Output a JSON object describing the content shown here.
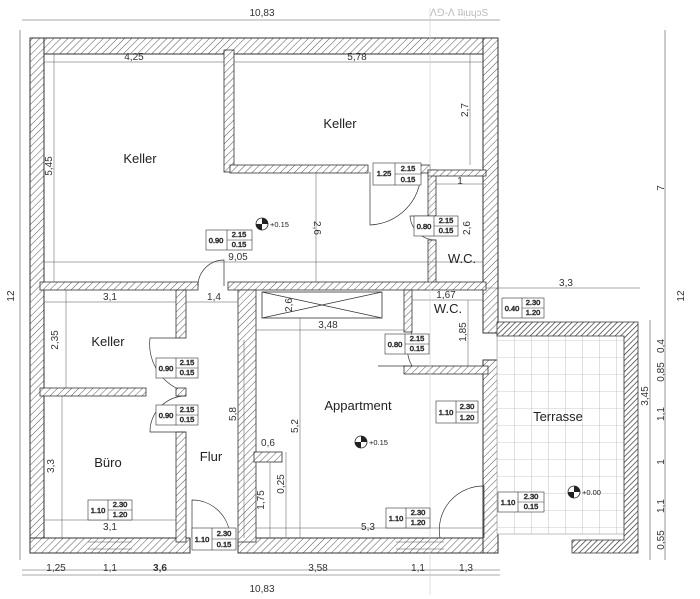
{
  "rooms": {
    "keller_nw": "Keller",
    "keller_ne": "Keller",
    "keller_sw": "Keller",
    "buero": "Büro",
    "flur": "Flur",
    "appartment": "Appartment",
    "wc_upper": "W.C.",
    "wc_lower": "W.C.",
    "terrasse": "Terrasse"
  },
  "dimensions": {
    "top_total": "10,83",
    "bottom_total": "10,83",
    "top_left": "4,25",
    "top_right": "5,78",
    "left_keller_height": "5,45",
    "right_keller_height": "2,7",
    "mid_span": "9,05",
    "corridor_vertical": "2,6",
    "wc_width": "1",
    "wc_height": "2,6",
    "terrace_width": "3,3",
    "keller_sw_width": "3,1",
    "hall_width": "1,4",
    "keller_sw_height": "2,35",
    "stair_height": "2,6",
    "appartment_width": "3,48",
    "wc_lower_width": "1,67",
    "wc_lower_height": "1,85",
    "buero_height": "3,3",
    "flur_height": "5,8",
    "appartment_height": "5,2",
    "small_a": "0,6",
    "small_b": "0,25",
    "small_c": "1,75",
    "buero_width": "3,1",
    "appartment_bottom": "5,3",
    "left_total": "12",
    "right_total": "12",
    "right_top": "7",
    "right_a": "0,4",
    "right_b": "0,85",
    "right_c": "1,1",
    "right_d": "1",
    "right_e": "1,1",
    "right_f": "0,55",
    "terrace_height": "3,45",
    "bottom_a": "1,25",
    "bottom_b": "1,1",
    "bottom_c": "3,6",
    "bottom_d": "3,58",
    "bottom_e": "1,1",
    "bottom_f": "1,3",
    "ghost_label": "ꓥꓨ-ꓥ ʇʇᴉuɥɔS"
  },
  "openings": {
    "d1_w": "1.25",
    "d1_a": "2.15",
    "d1_b": "0.15",
    "d2_w": "0.90",
    "d2_a": "2.15",
    "d2_b": "0.15",
    "d3_w": "0.80",
    "d3_a": "2.15",
    "d3_b": "0.15",
    "d4_w": "0.80",
    "d4_a": "2.15",
    "d4_b": "0.15",
    "d5_w": "0.90",
    "d5_a": "2.15",
    "d5_b": "0.15",
    "d6_w": "0.90",
    "d6_a": "2.15",
    "d6_b": "0.15",
    "w1_w": "0.40",
    "w1_a": "2.30",
    "w1_b": "1.20",
    "w2_w": "1.10",
    "w2_a": "2.30",
    "w2_b": "1.20",
    "w3_w": "1.10",
    "w3_a": "2.30",
    "w3_b": "1.20",
    "w4_w": "1.10",
    "w4_a": "2.30",
    "w4_b": "1.20",
    "d7_w": "1.10",
    "d7_a": "2.30",
    "d7_b": "0.15",
    "d8_w": "1.10",
    "d8_a": "2.30",
    "d8_b": "0.15"
  },
  "levels": {
    "keller": "+0.15",
    "appartment": "+0.15",
    "terrasse": "+0.00"
  },
  "colors": {
    "wall": "#333333",
    "hatch": "#555555",
    "line": "#444444",
    "terrace_wall": "#555555"
  }
}
